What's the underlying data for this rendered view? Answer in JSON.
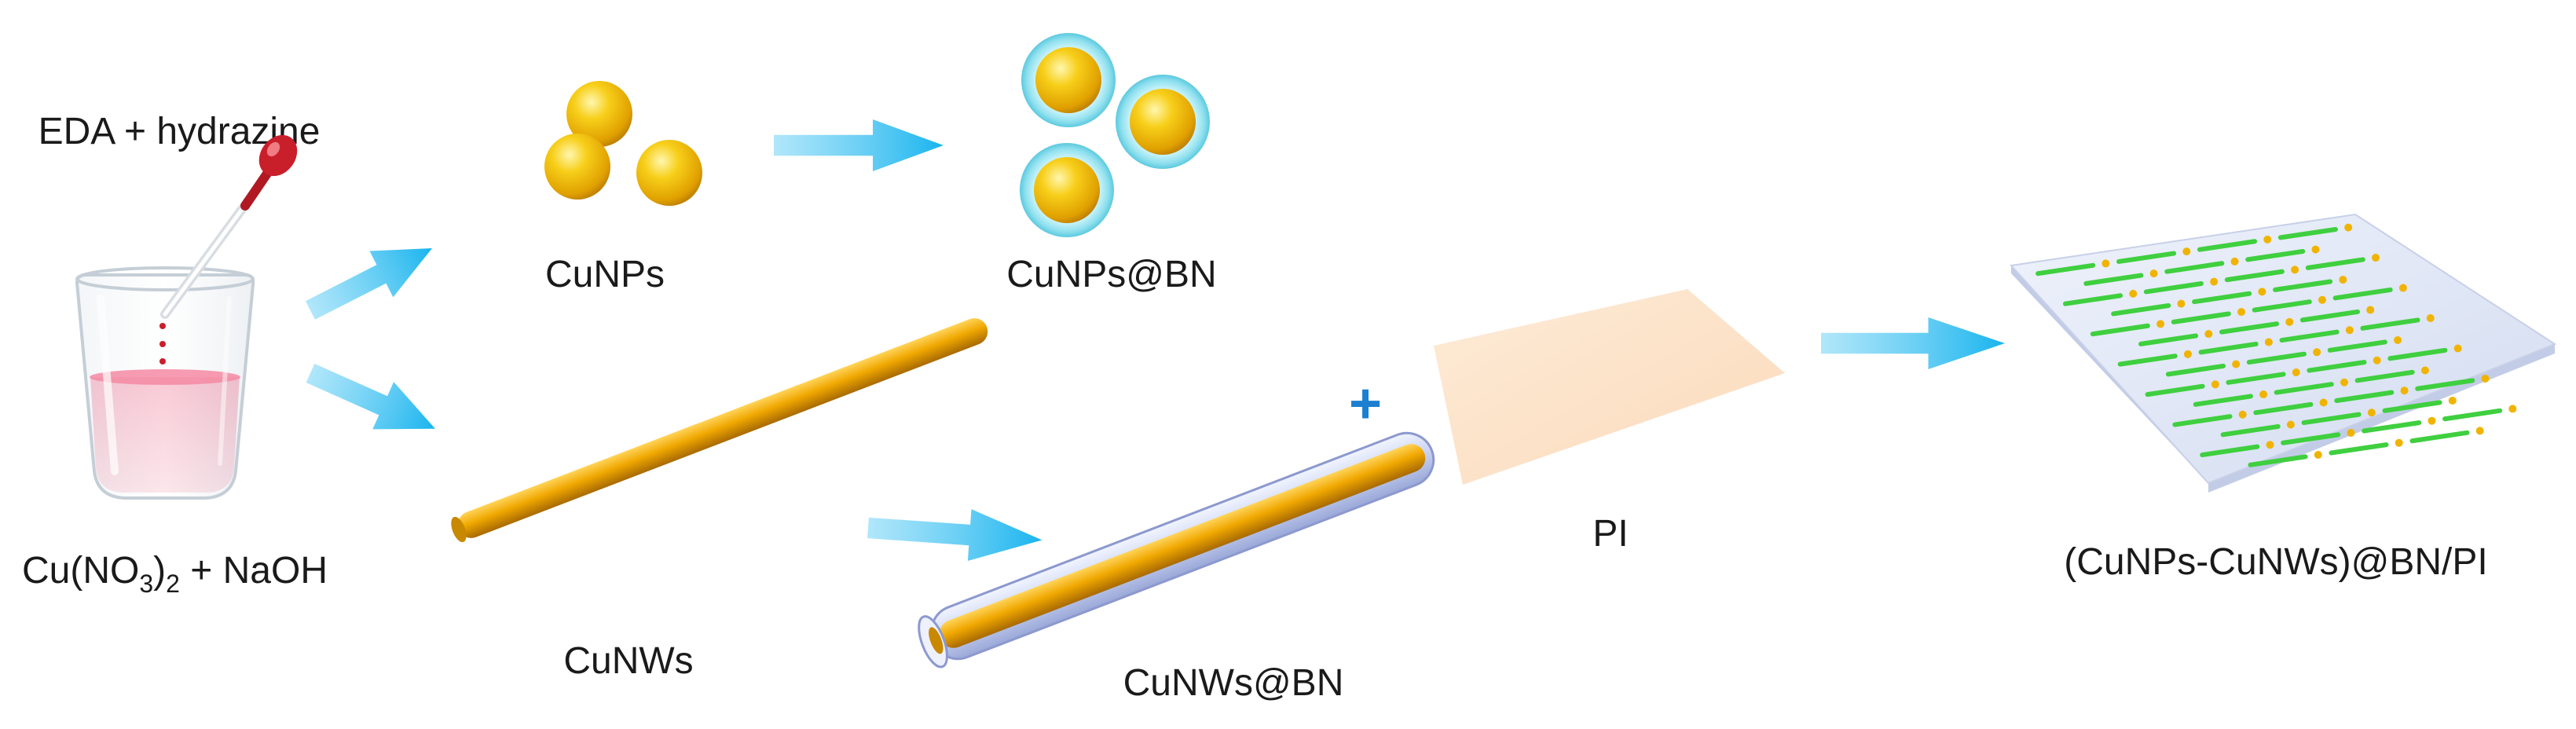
{
  "labels": {
    "reagents": "EDA + hydrazine",
    "precursor_prefix": "Cu(NO",
    "precursor_sub1": "3",
    "precursor_mid": ")",
    "precursor_sub2": "2",
    "precursor_suffix": " + NaOH",
    "cunps": "CuNPs",
    "cunps_bn": "CuNPs@BN",
    "cunws": "CuNWs",
    "cunws_bn": "CuNWs@BN",
    "pi": "PI",
    "plus": "+",
    "composite": "(CuNPs-CuNWs)@BN/PI"
  },
  "colors": {
    "arrow": "#1fb6ee",
    "copper": "#f0b400",
    "copper_dark": "#b87800",
    "bn_shell": "#8fe0ee",
    "beaker_liquid": "#e4607e",
    "pi_film": "#fde2c6",
    "composite_base": "#dfe6f5",
    "composite_wire": "#3fcf3f",
    "plus": "#1c7fd0"
  }
}
